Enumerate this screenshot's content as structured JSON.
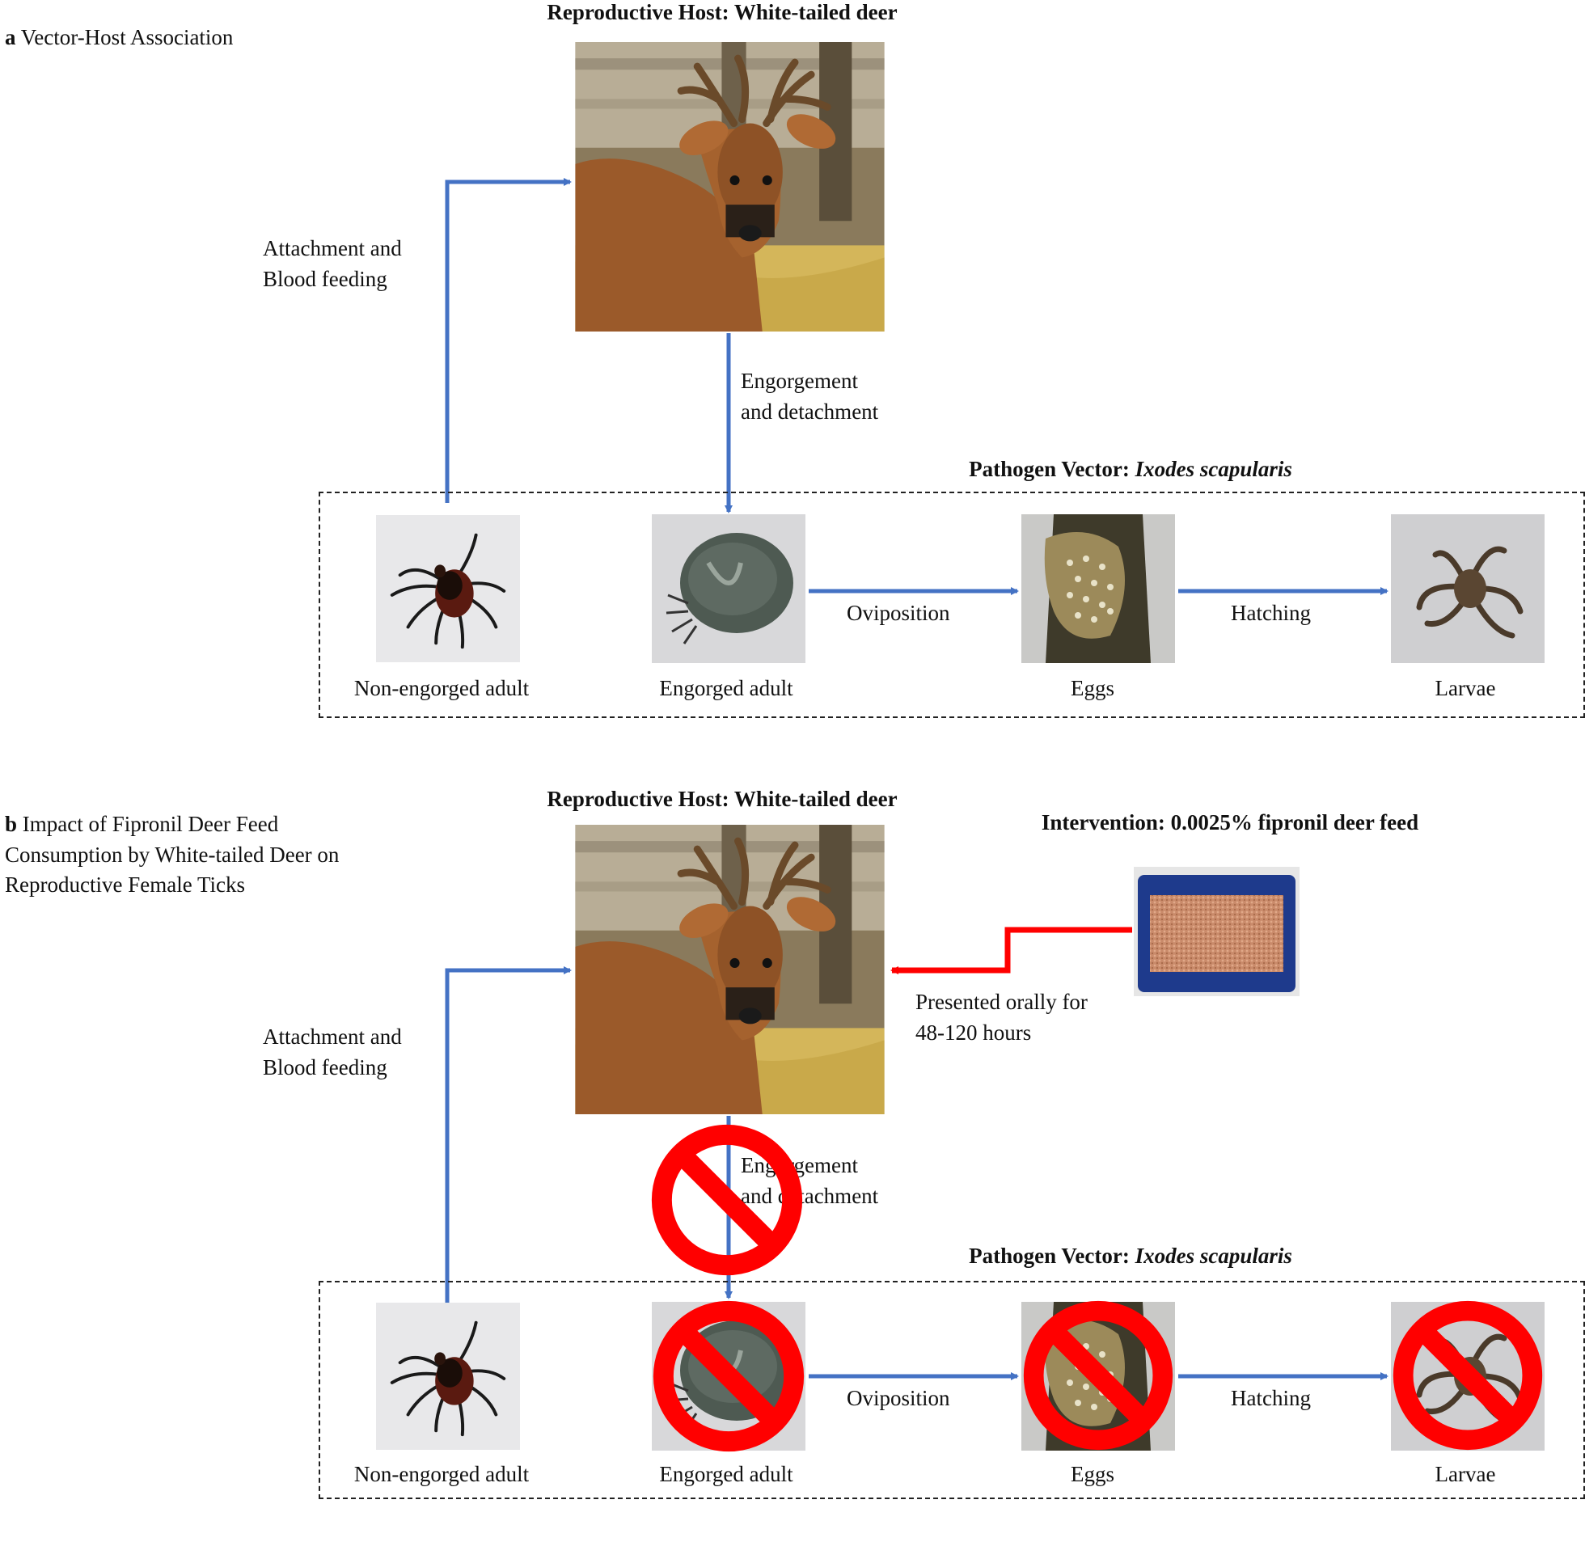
{
  "panel_a": {
    "letter": "a",
    "title": "Vector-Host Association",
    "host_title": "Reproductive Host: White-tailed deer",
    "attach_line1": "Attachment  and",
    "attach_line2": "Blood feeding",
    "engorge_line1": "Engorgement",
    "engorge_line2": "and detachment",
    "vector_title_prefix": "Pathogen Vector: ",
    "vector_title_species": "Ixodes scapularis",
    "stages": [
      "Non-engorged  adult",
      "Engorged  adult",
      "Eggs",
      "Larvae"
    ],
    "oviposition": "Oviposition",
    "hatching": "Hatching"
  },
  "panel_b": {
    "letter": "b",
    "title_line1": "Impact  of Fipronil  Deer Feed",
    "title_line2": "Consumption  by White-tailed  Deer on",
    "title_line3": "Reproductive  Female  Ticks",
    "host_title": "Reproductive Host: White-tailed  deer",
    "intervention_title": "Intervention:  0.0025% fipronil  deer feed",
    "presented_line1": "Presented orally  for",
    "presented_line2": "48-120 hours",
    "attach_line1": "Attachment  and",
    "attach_line2": "Blood feeding",
    "engorge_line1": "Engorgement",
    "engorge_line2": "and detachment",
    "vector_title_prefix": "Pathogen Vector: ",
    "vector_title_species": "Ixodes scapularis",
    "stages": [
      "Non-engorged  adult",
      "Engorged  adult",
      "Eggs",
      "Larvae"
    ],
    "oviposition": "Oviposition",
    "hatching": "Hatching"
  },
  "colors": {
    "flow_arrow": "#4472c4",
    "intervention_arrow": "#ff0000",
    "prohibition": "#ff0000"
  }
}
